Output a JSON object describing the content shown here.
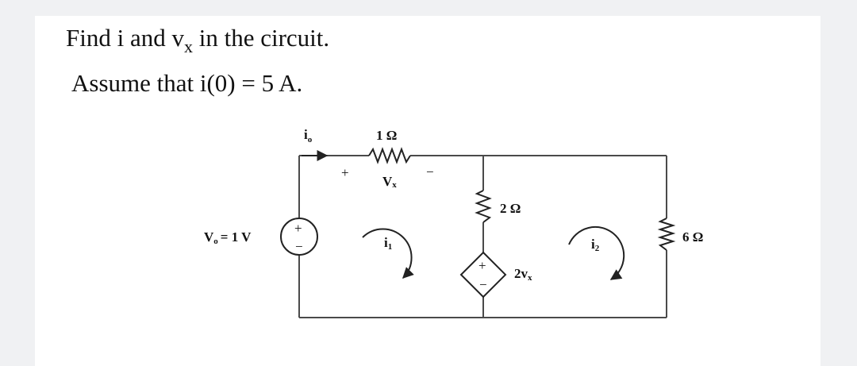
{
  "problem": {
    "line1": {
      "pre": "Find i and v",
      "sub": "x",
      "post": " in the circuit."
    },
    "line2": "Assume that i(0) = 5  A."
  },
  "circuit": {
    "io_label": "i",
    "io_sub": "o",
    "r1_label": "1 Ω",
    "vx_label": "V",
    "vx_sub": "x",
    "vx_plus": "+",
    "vx_minus": "−",
    "source_label": "V",
    "source_sub": "o",
    "source_value": "= 1 V",
    "source_plus": "+",
    "source_minus": "−",
    "r2_label": "2 Ω",
    "r3_label": "6 Ω",
    "loop1_label": "i",
    "loop1_sub": "1",
    "loop2_label": "i",
    "loop2_sub": "2",
    "dep_plus": "+",
    "dep_minus": "−",
    "dep_label": "2v",
    "dep_sub": "x"
  }
}
